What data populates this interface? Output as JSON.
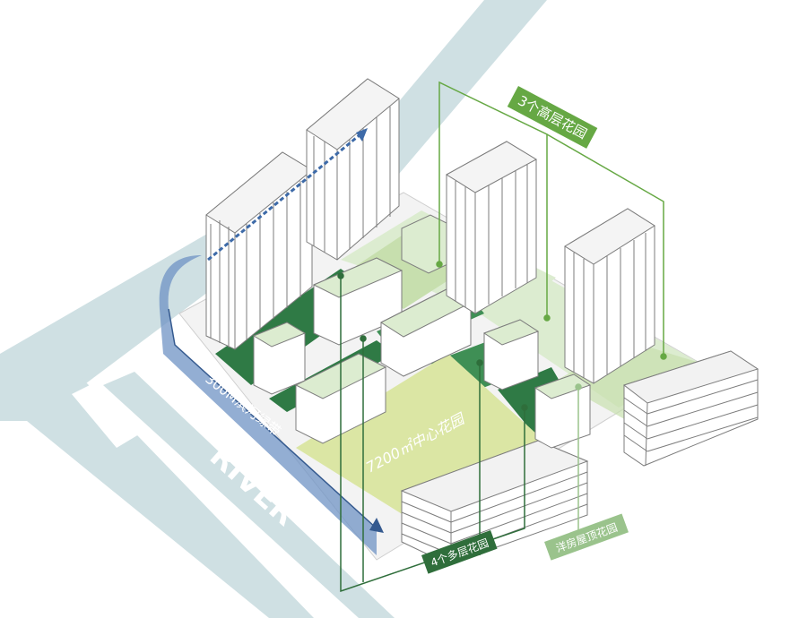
{
  "labels": {
    "river": "RIVER",
    "greenbelt": "300M滨河绿带",
    "central_garden": "7200㎡中心花园",
    "high_gardens": "3个高层花园",
    "multi_gardens": "4个多层花园",
    "roof_gardens": "洋房屋顶花园"
  },
  "colors": {
    "river": "#cfe0e3",
    "dark_green": "#2f7a45",
    "mid_green": "#3f8f55",
    "light_green": "#c7dfae",
    "yellow_green": "#dbe6a4",
    "pale_green": "#dcecd0",
    "greenbelt_blue": "#6f93c4",
    "label_high": "#66a844",
    "label_multi": "#2f6e3b",
    "label_roof": "#9ac38c",
    "building_line": "#7d7d7d"
  }
}
